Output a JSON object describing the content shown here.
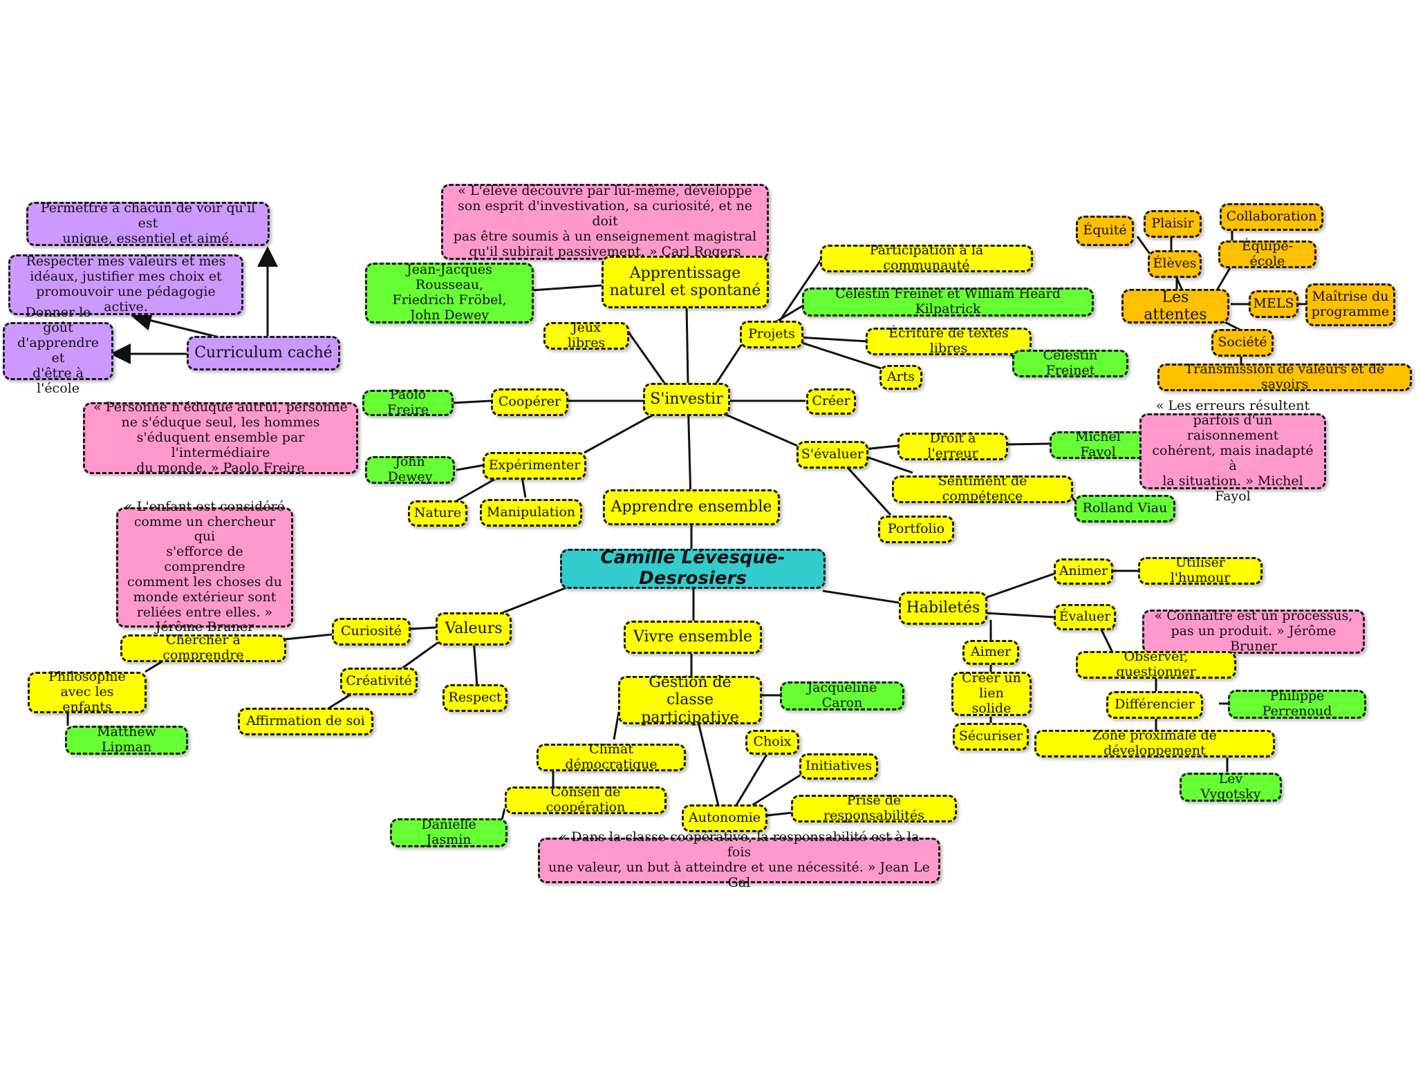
{
  "center": "Camille Lévesque-Desrosiers",
  "purple": {
    "permettre": "Permettre à chacun de voir qu'il est\nunique, essentiel et aimé.",
    "respecter": "Respecter mes valeurs et mes\nidéaux, justifier mes choix et\npromouvoir une pédagogie active.",
    "donner": "Donner le goût\nd'apprendre et\nd'être à l'école",
    "curriculum": "Curriculum caché"
  },
  "sinvestir": {
    "root": "S'investir",
    "apprentissage": "Apprentissage\nnaturel et spontané",
    "rogers_quote": "« L'élève découvre par lui-même, développe\nson esprit d'investivation, sa curiosité, et ne doit\npas être soumis à un enseignement magistral\nqu'il subirait passivement. » Carl Rogers",
    "rousseau": "Jean-Jacques Rousseau,\nFriedrich Fröbel,\nJohn Dewey",
    "jeux": "Jeux libres",
    "projets": "Projets",
    "participation": "Participation à la communauté",
    "freinet_kilpatrick": "Célestin Freinet et William Heard Kilpatrick",
    "ecriture": "Écriture de textes libres",
    "freinet": "Célestin Freinet",
    "arts": "Arts",
    "creer": "Créer",
    "cooperer": "Coopérer",
    "freire": "Paolo Freire",
    "freire_quote": "« Personne n'éduque autrui, personne\nne s'éduque seul, les hommes\ns'éduquent ensemble par l'intermédiaire\ndu monde. » Paolo Freire",
    "experimenter": "Expérimenter",
    "dewey": "John Dewey",
    "nature": "Nature",
    "manipulation": "Manipulation",
    "sevaluer": "S'évaluer",
    "droit": "Droit à l'erreur",
    "fayol": "Michel Fayol",
    "fayol_quote": "« Les erreurs résultent\nparfois d'un raisonnement\ncohérent, mais inadapté à\nla situation. » Michel Fayol",
    "sentiment": "Sentiment de compétence",
    "viau": "Rolland Viau",
    "portfolio": "Portfolio"
  },
  "apprendre": "Apprendre ensemble",
  "attentes": {
    "root": "Les attentes",
    "equite": "Équité",
    "plaisir": "Plaisir",
    "eleves": "Élèves",
    "collaboration": "Collaboration",
    "equipe": "Équipe-école",
    "mels": "MELS",
    "maitrise": "Maîtrise du\nprogramme",
    "societe": "Société",
    "transmission": "Transmission de valeurs et de savoirs"
  },
  "valeurs": {
    "root": "Valeurs",
    "bruner_quote": "« L'enfant est considéré\ncomme un chercheur qui\ns'efforce de comprendre\ncomment les choses du\nmonde extérieur sont\nreliées entre elles. »\nJérôme Bruner",
    "curiosite": "Curiosité",
    "chercher": "Chercher à comprendre",
    "philo": "Philosophie\navec les enfants",
    "lipman": "Matthew Lipman",
    "creativite": "Créativité",
    "affirmation": "Affirmation de soi",
    "respect": "Respect"
  },
  "vivre": {
    "root": "Vivre ensemble",
    "gestion": "Gestion de classe\nparticipative",
    "caron": "Jacqueline Caron",
    "climat": "Climat démocratique",
    "conseil": "Conseil de coopération",
    "jasmin": "Danielle Jasmin",
    "choix": "Choix",
    "initiatives": "Initiatives",
    "autonomie": "Autonomie",
    "prise": "Prise de responsabilités",
    "legal_quote": "« Dans la classe coopérative, la responsabilité est à la fois\nune valeur, un but à atteindre et une nécessité. » Jean Le Gal"
  },
  "habiletes": {
    "root": "Habiletés",
    "animer": "Animer",
    "humour": "Utiliser l'humour",
    "evaluer": "Évaluer",
    "bruner_quote2": "« Connaître est un processus,\npas un produit. » Jérôme Bruner",
    "aimer": "Aimer",
    "lien": "Créer un\nlien solide",
    "securiser": "Sécuriser",
    "observer": "Observer, questionner",
    "differencier": "Différencier",
    "perrenoud": "Philippe Perrenoud",
    "zone": "Zone proximale de développement",
    "vygotsky": "Lev Vygotsky"
  }
}
